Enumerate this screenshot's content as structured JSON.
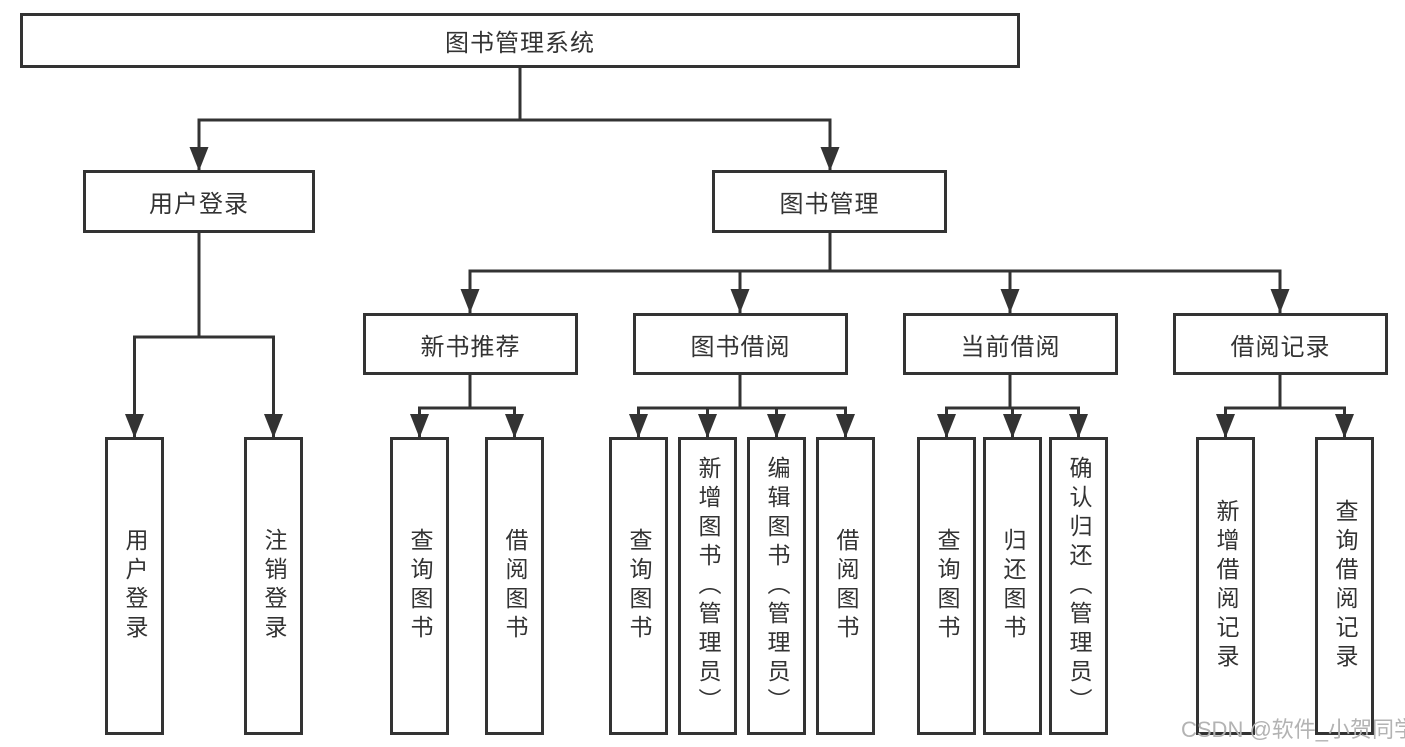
{
  "diagram": {
    "root": "图书管理系统",
    "level2": {
      "user_login": "用户登录",
      "book_management": "图书管理"
    },
    "level3": {
      "new_book_recommendation": "新书推荐",
      "book_borrowing": "图书借阅",
      "current_borrowing": "当前借阅",
      "borrowing_records": "借阅记录"
    },
    "leaves": {
      "user": [
        "用户登录",
        "注销登录"
      ],
      "recommend": [
        "查询图书",
        "借阅图书"
      ],
      "borrow": [
        "查询图书",
        "新增图书（管理员）",
        "编辑图书（管理员）",
        "借阅图书"
      ],
      "current": [
        "查询图书",
        "归还图书",
        "确认归还（管理员）"
      ],
      "records": [
        "新增借阅记录",
        "查询借阅记录"
      ]
    }
  },
  "watermark": "CSDN @软件_小贺同学",
  "colors": {
    "line": "#333333",
    "text": "#333333",
    "box_fill": "#ffffff",
    "watermark": "#b3b3b3",
    "background": "#ffffff"
  }
}
